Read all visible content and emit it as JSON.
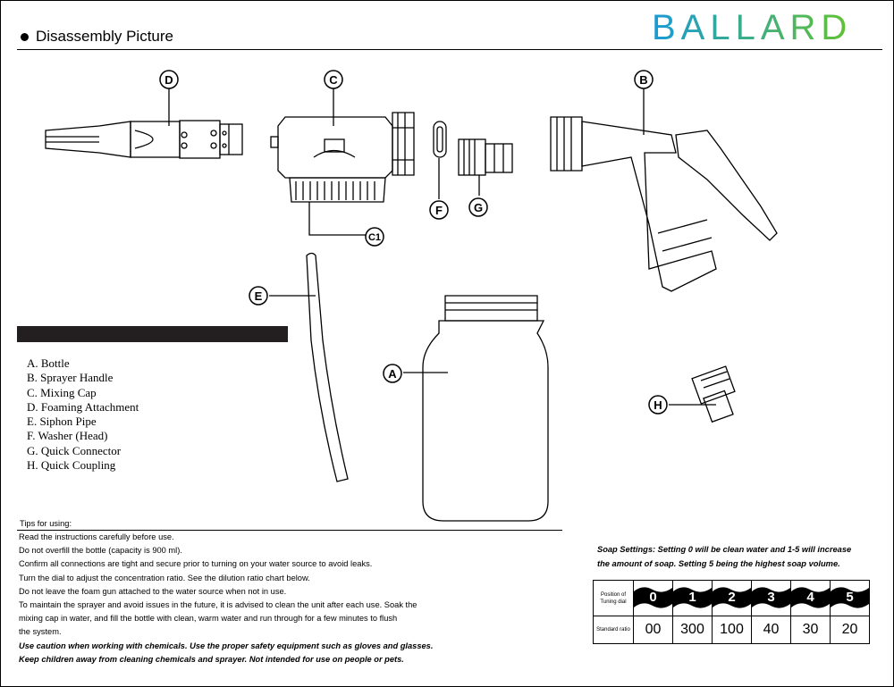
{
  "header": {
    "title": "Disassembly Picture"
  },
  "brand": {
    "name": "BALLARD",
    "gradient_start": "#1a9ad6",
    "gradient_end": "#63c232"
  },
  "labels": {
    "A": "A",
    "B": "B",
    "C": "C",
    "C1": "C1",
    "D": "D",
    "E": "E",
    "F": "F",
    "G": "G",
    "H": "H"
  },
  "parts": [
    "A. Bottle",
    "B. Sprayer Handle",
    "C. Mixing Cap",
    "D.  Foaming Attachment",
    "E. Siphon Pipe",
    "F. Washer (Head)",
    "G. Quick Connector",
    "H. Quick Coupling"
  ],
  "tips": {
    "title": "Tips for using:",
    "lines": [
      "Read the instructions carefully before use.",
      "Do not overfill the bottle (capacity is 900 ml).",
      "Confirm all connections are tight and secure prior to turning on your water source to avoid leaks.",
      "Turn the dial to adjust the concentration ratio. See the dilution ratio chart below.",
      "Do not leave the foam gun attached to the water source when not in use.",
      "To maintain the sprayer and avoid issues in the future, it is advised to clean the unit after each use. Soak the",
      "mixing cap in water, and fill the bottle with clean, warm water and run through for a few minutes to flush",
      "the system."
    ],
    "warnings": [
      "Use caution when working with chemicals. Use the proper safety equipment such as gloves and glasses.",
      "Keep children away from cleaning chemicals and sprayer. Not intended for use on people or pets."
    ]
  },
  "soap": {
    "note_line1": "Soap Settings: Setting 0 will be clean water and 1-5 will increase",
    "note_line2": "the amount of soap. Setting 5 being the highest soap volume.",
    "row1_label": "Position of Tuning dial",
    "row2_label": "Standard ratio",
    "dial_positions": [
      "0",
      "1",
      "2",
      "3",
      "4",
      "5"
    ],
    "ratios": [
      "00",
      "300",
      "100",
      "40",
      "30",
      "20"
    ]
  }
}
